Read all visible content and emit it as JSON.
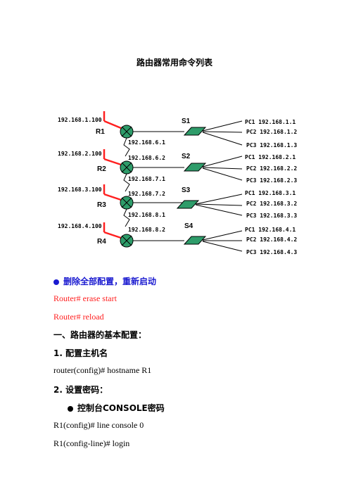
{
  "title": "路由器常用命令列表",
  "diagram": {
    "routers": [
      {
        "name": "R1",
        "ip_top": "192.168.1.100",
        "ip_bottom": "192.168.6.1"
      },
      {
        "name": "R2",
        "ip_top": "192.168.2.100",
        "ip_upper": "192.168.6.2",
        "ip_bottom": "192.168.7.1"
      },
      {
        "name": "R3",
        "ip_top": "192.168.3.100",
        "ip_upper": "192.168.7.2",
        "ip_bottom": "192.168.8.1"
      },
      {
        "name": "R4",
        "ip_top": "192.168.4.100",
        "ip_upper": "192.168.8.2"
      }
    ],
    "switches": [
      "S1",
      "S2",
      "S3",
      "S4"
    ],
    "pcs": [
      [
        "PC1  192.168.1.1",
        "PC2  192.168.1.2",
        "PC3  192.168.1.3"
      ],
      [
        "PC1  192.168.2.1",
        "PC2  192.168.2.2",
        "PC3  192.168.2.3"
      ],
      [
        "PC1  192.168.3.1",
        "PC2  192.168.3.2",
        "PC3  192.168.3.3"
      ],
      [
        "PC1  192.168.4.1",
        "PC2  192.168.4.2",
        "PC3  192.168.4.3"
      ]
    ],
    "colors": {
      "router": "#2e9c6a",
      "switch": "#2e9c6a",
      "link": "#ff2020"
    }
  },
  "content": {
    "bullet1": "删除全部配置，重新启动",
    "cmd1": "Router# erase start",
    "cmd2": "Router# reload",
    "section1": "一、路由器的基本配置：",
    "item1": "1. 配置主机名",
    "item1_cmd": "router(config)# hostname    R1",
    "item2": "2. 设置密码：",
    "bullet2": "控制台CONSOLE密码",
    "item2_cmd1": "R1(config)# line console 0",
    "item2_cmd2": "R1(config-line)# login"
  }
}
